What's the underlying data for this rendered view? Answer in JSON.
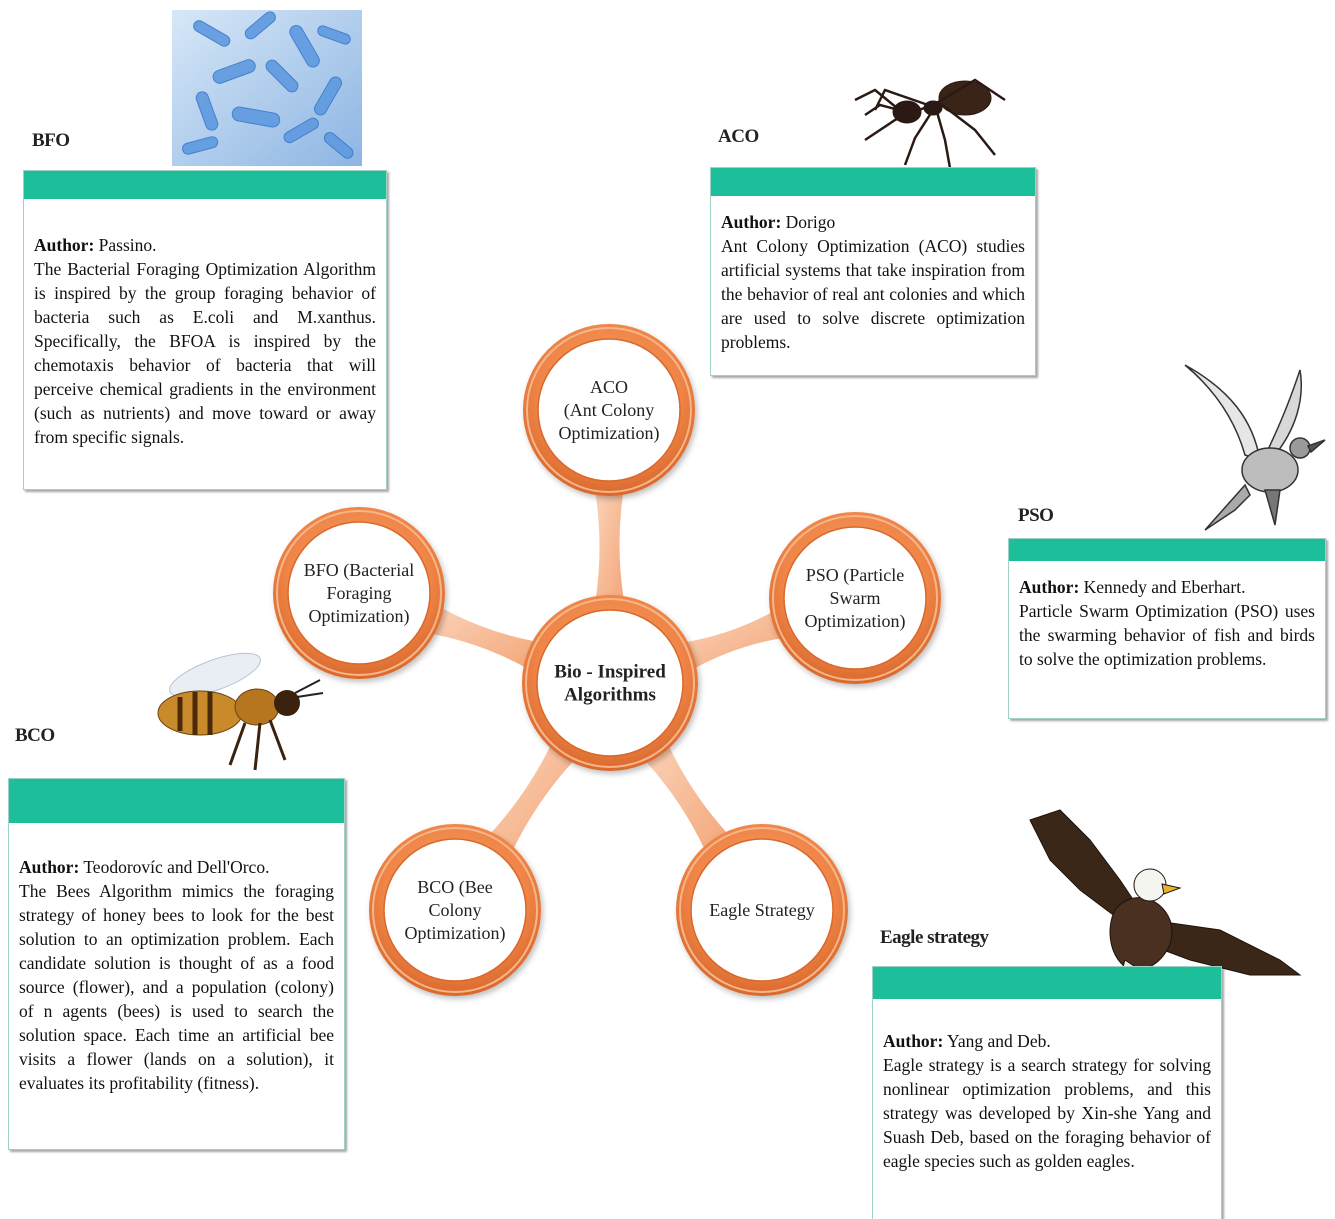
{
  "center": {
    "label_lines": [
      "Bio - Inspired",
      "Algorithms"
    ]
  },
  "nodes": [
    {
      "key": "aco",
      "label_lines": [
        "ACO",
        "(Ant Colony",
        "Optimization)"
      ]
    },
    {
      "key": "bfo",
      "label_lines": [
        "BFO (Bacterial",
        "Foraging",
        "Optimization)"
      ]
    },
    {
      "key": "pso",
      "label_lines": [
        "PSO (Particle",
        "Swarm",
        "Optimization)"
      ]
    },
    {
      "key": "bco",
      "label_lines": [
        "BCO (Bee",
        "Colony",
        "Optimization)"
      ]
    },
    {
      "key": "eagle",
      "label_lines": [
        "Eagle Strategy"
      ]
    }
  ],
  "cards": {
    "bfo": {
      "title": "BFO",
      "author_label": "Author:",
      "author": "Passino.",
      "description": "The Bacterial Foraging Optimization Algorithm is inspired by the group foraging behavior of bacteria such as E.coli and M.xanthus. Specifically, the BFOA is inspired by the chemotaxis behavior of bacteria that will perceive chemical gradients in the environment (such as nutrients) and move toward or away from specific signals."
    },
    "aco": {
      "title": "ACO",
      "author_label": "Author:",
      "author": "Dorigo",
      "description": "Ant Colony Optimization (ACO) studies artificial systems that take inspiration from the behavior of real ant colonies and which are used to solve discrete optimization problems."
    },
    "pso": {
      "title": "PSO",
      "author_label": "Author:",
      "author": "Kennedy and Eberhart.",
      "description": "Particle Swarm Optimization (PSO) uses the swarming behavior of fish and birds to solve the optimization problems."
    },
    "bco": {
      "title": "BCO",
      "author_label": "Author:",
      "author": "Teodorovíc and Dell'Orco.",
      "description": "The Bees Algorithm mimics the foraging strategy of honey bees to look for the best solution to an optimization problem. Each candidate solution is thought of as a food source (flower), and a population (colony) of n agents (bees) is used to search the solution space. Each time an artificial bee visits a flower (lands on a solution), it evaluates its profitability (fitness)."
    },
    "eagle": {
      "title": "Eagle strategy",
      "author_label": "Author:",
      "author": "Yang and Deb.",
      "description": "Eagle strategy is a search strategy for solving nonlinear optimization problems, and this strategy was developed by Xin-she Yang and Suash Deb, based on the foraging behavior of eagle species such as golden eagles."
    }
  },
  "colors": {
    "ring": "#f08a4b",
    "ring_light": "#f7b58a",
    "card_header": "#1dbf9a",
    "card_border": "#9fd1c6"
  },
  "illustrations": [
    "bacteria-image",
    "ant-image",
    "pigeon-image",
    "bee-image",
    "eagle-image"
  ]
}
